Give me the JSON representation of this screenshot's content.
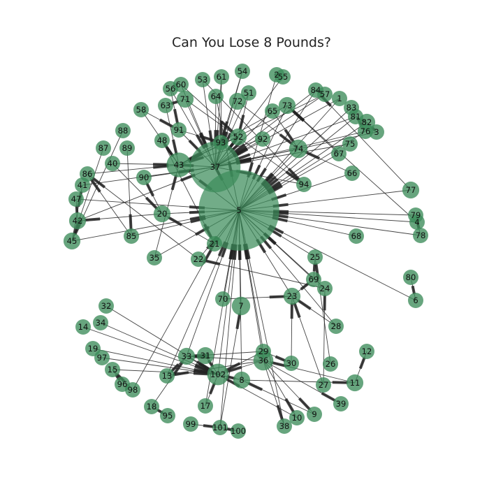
{
  "title": "Can You Lose 8 Pounds?",
  "colors": {
    "node": "#3c8c5a",
    "edge": "#222222"
  },
  "nodes": [
    {
      "id": "1",
      "size": 1
    },
    {
      "id": "2",
      "size": 1
    },
    {
      "id": "3",
      "size": 1
    },
    {
      "id": "4",
      "size": 1
    },
    {
      "id": "5",
      "size": 5
    },
    {
      "id": "6",
      "size": 1
    },
    {
      "id": "7",
      "size": 1.2
    },
    {
      "id": "8",
      "size": 1.1
    },
    {
      "id": "9",
      "size": 1
    },
    {
      "id": "10",
      "size": 1
    },
    {
      "id": "11",
      "size": 1.1
    },
    {
      "id": "12",
      "size": 1
    },
    {
      "id": "13",
      "size": 1
    },
    {
      "id": "14",
      "size": 1
    },
    {
      "id": "15",
      "size": 1
    },
    {
      "id": "17",
      "size": 1
    },
    {
      "id": "18",
      "size": 1
    },
    {
      "id": "19",
      "size": 1
    },
    {
      "id": "20",
      "size": 1.1
    },
    {
      "id": "21",
      "size": 1
    },
    {
      "id": "22",
      "size": 1
    },
    {
      "id": "23",
      "size": 1.1
    },
    {
      "id": "24",
      "size": 1
    },
    {
      "id": "25",
      "size": 1
    },
    {
      "id": "26",
      "size": 1
    },
    {
      "id": "27",
      "size": 1
    },
    {
      "id": "28",
      "size": 1
    },
    {
      "id": "29",
      "size": 1
    },
    {
      "id": "30",
      "size": 1
    },
    {
      "id": "31",
      "size": 1.1
    },
    {
      "id": "32",
      "size": 1
    },
    {
      "id": "33",
      "size": 1.1
    },
    {
      "id": "34",
      "size": 1
    },
    {
      "id": "35",
      "size": 1
    },
    {
      "id": "36",
      "size": 1.3
    },
    {
      "id": "37",
      "size": 3.3
    },
    {
      "id": "38",
      "size": 1
    },
    {
      "id": "39",
      "size": 1
    },
    {
      "id": "40",
      "size": 1
    },
    {
      "id": "41",
      "size": 1
    },
    {
      "id": "42",
      "size": 1.1
    },
    {
      "id": "43",
      "size": 1.6
    },
    {
      "id": "45",
      "size": 1.1
    },
    {
      "id": "47",
      "size": 1
    },
    {
      "id": "48",
      "size": 1
    },
    {
      "id": "51",
      "size": 1
    },
    {
      "id": "52",
      "size": 1.1
    },
    {
      "id": "53",
      "size": 1
    },
    {
      "id": "54",
      "size": 1
    },
    {
      "id": "55",
      "size": 1
    },
    {
      "id": "56",
      "size": 1
    },
    {
      "id": "57",
      "size": 1
    },
    {
      "id": "58",
      "size": 1
    },
    {
      "id": "60",
      "size": 1
    },
    {
      "id": "61",
      "size": 1
    },
    {
      "id": "63",
      "size": 1
    },
    {
      "id": "64",
      "size": 1
    },
    {
      "id": "65",
      "size": 1
    },
    {
      "id": "66",
      "size": 1
    },
    {
      "id": "67",
      "size": 1
    },
    {
      "id": "68",
      "size": 1
    },
    {
      "id": "69",
      "size": 1
    },
    {
      "id": "70",
      "size": 1
    },
    {
      "id": "71",
      "size": 1.1
    },
    {
      "id": "72",
      "size": 1.1
    },
    {
      "id": "73",
      "size": 1.1
    },
    {
      "id": "74",
      "size": 1.2
    },
    {
      "id": "75",
      "size": 1
    },
    {
      "id": "76",
      "size": 1
    },
    {
      "id": "77",
      "size": 1.1
    },
    {
      "id": "78",
      "size": 1
    },
    {
      "id": "79",
      "size": 1
    },
    {
      "id": "80",
      "size": 1
    },
    {
      "id": "81",
      "size": 1
    },
    {
      "id": "82",
      "size": 1.1
    },
    {
      "id": "83",
      "size": 1
    },
    {
      "id": "84",
      "size": 1
    },
    {
      "id": "85",
      "size": 1
    },
    {
      "id": "86",
      "size": 1
    },
    {
      "id": "87",
      "size": 1
    },
    {
      "id": "88",
      "size": 1
    },
    {
      "id": "89",
      "size": 1
    },
    {
      "id": "90",
      "size": 1
    },
    {
      "id": "91",
      "size": 1
    },
    {
      "id": "92",
      "size": 1
    },
    {
      "id": "93",
      "size": 1
    },
    {
      "id": "94",
      "size": 1
    },
    {
      "id": "95",
      "size": 1
    },
    {
      "id": "96",
      "size": 1
    },
    {
      "id": "97",
      "size": 1
    },
    {
      "id": "98",
      "size": 1
    },
    {
      "id": "99",
      "size": 1
    },
    {
      "id": "100",
      "size": 1
    },
    {
      "id": "101",
      "size": 1
    },
    {
      "id": "102",
      "size": 1.4
    }
  ],
  "edges": [
    [
      "37",
      "5"
    ],
    [
      "43",
      "5"
    ],
    [
      "43",
      "37"
    ],
    [
      "90",
      "37"
    ],
    [
      "40",
      "43"
    ],
    [
      "42",
      "37"
    ],
    [
      "45",
      "5"
    ],
    [
      "41",
      "37"
    ],
    [
      "47",
      "5"
    ],
    [
      "86",
      "43"
    ],
    [
      "20",
      "5"
    ],
    [
      "85",
      "5"
    ],
    [
      "35",
      "5"
    ],
    [
      "21",
      "5"
    ],
    [
      "22",
      "5"
    ],
    [
      "48",
      "43"
    ],
    [
      "58",
      "43"
    ],
    [
      "56",
      "37"
    ],
    [
      "60",
      "37"
    ],
    [
      "63",
      "43"
    ],
    [
      "71",
      "37"
    ],
    [
      "53",
      "37"
    ],
    [
      "61",
      "37"
    ],
    [
      "64",
      "37"
    ],
    [
      "54",
      "37"
    ],
    [
      "72",
      "37"
    ],
    [
      "51",
      "37"
    ],
    [
      "52",
      "37"
    ],
    [
      "91",
      "37"
    ],
    [
      "93",
      "37"
    ],
    [
      "92",
      "37"
    ],
    [
      "65",
      "37"
    ],
    [
      "73",
      "5"
    ],
    [
      "74",
      "37"
    ],
    [
      "2",
      "5"
    ],
    [
      "55",
      "37"
    ],
    [
      "84",
      "5"
    ],
    [
      "57",
      "37"
    ],
    [
      "1",
      "5"
    ],
    [
      "83",
      "5"
    ],
    [
      "81",
      "37"
    ],
    [
      "82",
      "5"
    ],
    [
      "76",
      "37"
    ],
    [
      "3",
      "37"
    ],
    [
      "75",
      "37"
    ],
    [
      "67",
      "5"
    ],
    [
      "66",
      "5"
    ],
    [
      "94",
      "37"
    ],
    [
      "77",
      "5"
    ],
    [
      "79",
      "5"
    ],
    [
      "4",
      "5"
    ],
    [
      "78",
      "5"
    ],
    [
      "68",
      "5"
    ],
    [
      "25",
      "5"
    ],
    [
      "23",
      "5"
    ],
    [
      "24",
      "5"
    ],
    [
      "69",
      "5"
    ],
    [
      "7",
      "5"
    ],
    [
      "70",
      "5"
    ],
    [
      "36",
      "5"
    ],
    [
      "29",
      "5"
    ],
    [
      "102",
      "5"
    ],
    [
      "8",
      "5"
    ],
    [
      "38",
      "5"
    ],
    [
      "101",
      "5"
    ],
    [
      "17",
      "5"
    ],
    [
      "13",
      "5"
    ],
    [
      "33",
      "5"
    ],
    [
      "6",
      "5"
    ],
    [
      "28",
      "5"
    ],
    [
      "88",
      "45"
    ],
    [
      "87",
      "45"
    ],
    [
      "89",
      "85"
    ],
    [
      "80",
      "6"
    ],
    [
      "74",
      "5"
    ],
    [
      "65",
      "74"
    ],
    [
      "72",
      "74"
    ],
    [
      "91",
      "93"
    ],
    [
      "56",
      "91"
    ],
    [
      "58",
      "91"
    ],
    [
      "60",
      "52"
    ],
    [
      "61",
      "93"
    ],
    [
      "71",
      "94"
    ],
    [
      "73",
      "43"
    ],
    [
      "84",
      "37"
    ],
    [
      "57",
      "43"
    ],
    [
      "81",
      "5"
    ],
    [
      "76",
      "5"
    ],
    [
      "92",
      "43"
    ],
    [
      "52",
      "43"
    ],
    [
      "36",
      "102"
    ],
    [
      "36",
      "13"
    ],
    [
      "36",
      "33"
    ],
    [
      "36",
      "10"
    ],
    [
      "36",
      "9"
    ],
    [
      "36",
      "39"
    ],
    [
      "36",
      "38"
    ],
    [
      "29",
      "36"
    ],
    [
      "29",
      "30"
    ],
    [
      "29",
      "33"
    ],
    [
      "29",
      "102"
    ],
    [
      "31",
      "102"
    ],
    [
      "33",
      "102"
    ],
    [
      "33",
      "13"
    ],
    [
      "14",
      "102"
    ],
    [
      "34",
      "102"
    ],
    [
      "32",
      "102"
    ],
    [
      "19",
      "102"
    ],
    [
      "97",
      "102"
    ],
    [
      "15",
      "102"
    ],
    [
      "96",
      "15"
    ],
    [
      "98",
      "15"
    ],
    [
      "98",
      "21"
    ],
    [
      "18",
      "33"
    ],
    [
      "17",
      "102"
    ],
    [
      "95",
      "18"
    ],
    [
      "99",
      "101"
    ],
    [
      "100",
      "101"
    ],
    [
      "101",
      "7"
    ],
    [
      "8",
      "102"
    ],
    [
      "8",
      "11"
    ],
    [
      "11",
      "12"
    ],
    [
      "11",
      "36"
    ],
    [
      "27",
      "24"
    ],
    [
      "27",
      "23"
    ],
    [
      "26",
      "25"
    ],
    [
      "28",
      "23"
    ],
    [
      "23",
      "69"
    ],
    [
      "69",
      "25"
    ],
    [
      "24",
      "22"
    ],
    [
      "30",
      "23"
    ],
    [
      "70",
      "23"
    ],
    [
      "10",
      "102"
    ],
    [
      "9",
      "8"
    ],
    [
      "2",
      "55"
    ],
    [
      "84",
      "57"
    ],
    [
      "83",
      "76"
    ],
    [
      "82",
      "81"
    ],
    [
      "3",
      "82"
    ],
    [
      "1",
      "37"
    ],
    [
      "77",
      "84"
    ],
    [
      "78",
      "79"
    ],
    [
      "4",
      "73"
    ],
    [
      "67",
      "73"
    ],
    [
      "66",
      "74"
    ],
    [
      "20",
      "90"
    ],
    [
      "20",
      "42"
    ],
    [
      "35",
      "43"
    ],
    [
      "21",
      "20"
    ],
    [
      "22",
      "86"
    ],
    [
      "85",
      "86"
    ],
    [
      "42",
      "47"
    ],
    [
      "45",
      "41"
    ],
    [
      "40",
      "20"
    ],
    [
      "64",
      "5"
    ],
    [
      "53",
      "94"
    ],
    [
      "51",
      "52"
    ],
    [
      "54",
      "93"
    ],
    [
      "63",
      "71"
    ],
    [
      "48",
      "21"
    ]
  ]
}
